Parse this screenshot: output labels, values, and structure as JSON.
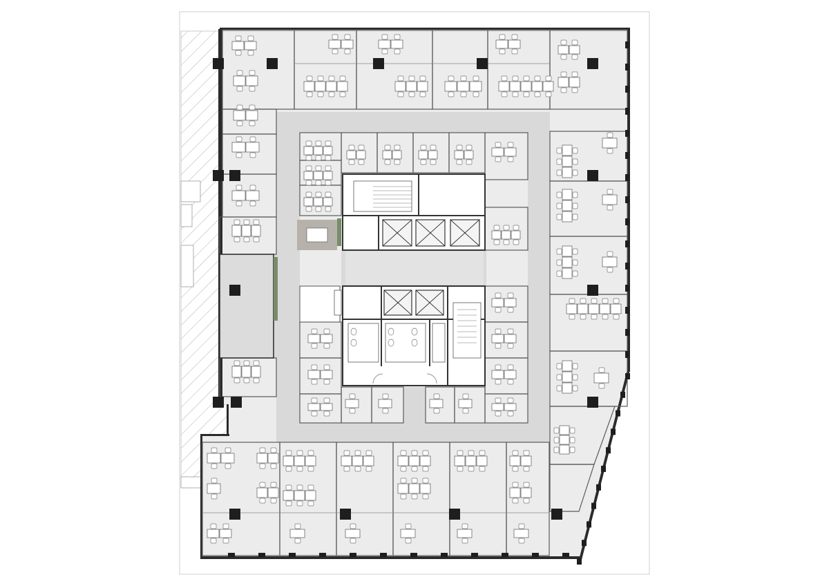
{
  "plan": {
    "kind": "office-floor-plan",
    "zones": [
      "west-atrium",
      "north-offices",
      "east-offices",
      "south-offices",
      "central-core",
      "corridor-ring"
    ],
    "colors": {
      "wall": "#2b2b2b",
      "floor": "#ececec",
      "corridor": "#d9d9d9",
      "furniture": "#ffffff",
      "planter": "#7a8a6a",
      "lounge": "#b7b1ab"
    },
    "core": {
      "elevator_count": 5,
      "stair_count": 2,
      "restroom_blocks": 2
    }
  }
}
